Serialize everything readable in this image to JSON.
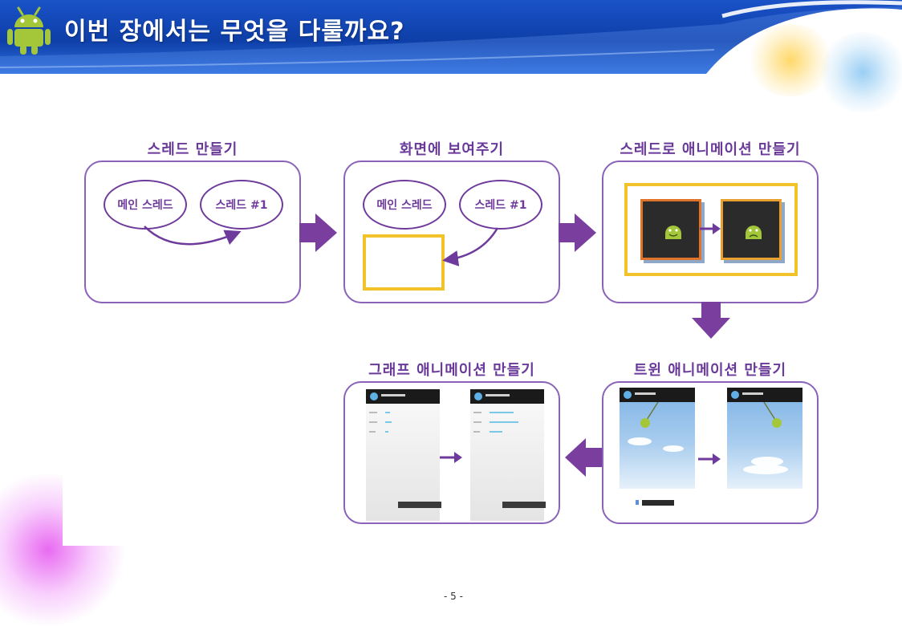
{
  "slide": {
    "title": "이번 장에서는 무엇을 다룰까요?",
    "page_number": "- 5 -"
  },
  "steps": [
    {
      "label": "스레드 만들기",
      "ellipses": [
        "메인 스레드",
        "스레드 #1"
      ]
    },
    {
      "label": "화면에 보여주기",
      "ellipses": [
        "메인 스레드",
        "스레드 #1"
      ]
    },
    {
      "label": "스레드로 애니메이션 만들기"
    },
    {
      "label": "트윈 애니메이션 만들기"
    },
    {
      "label": "그래프 애니메이션 만들기"
    }
  ],
  "colors": {
    "header": "#0e3fa8",
    "accent_purple": "#6e3b9c",
    "box_border": "#8a62b8",
    "highlight_yellow": "#f2c22a",
    "android_green": "#a4c639"
  },
  "icons": [
    "android-logo-icon",
    "arrow-right-icon",
    "arrow-down-icon",
    "arrow-left-icon"
  ]
}
